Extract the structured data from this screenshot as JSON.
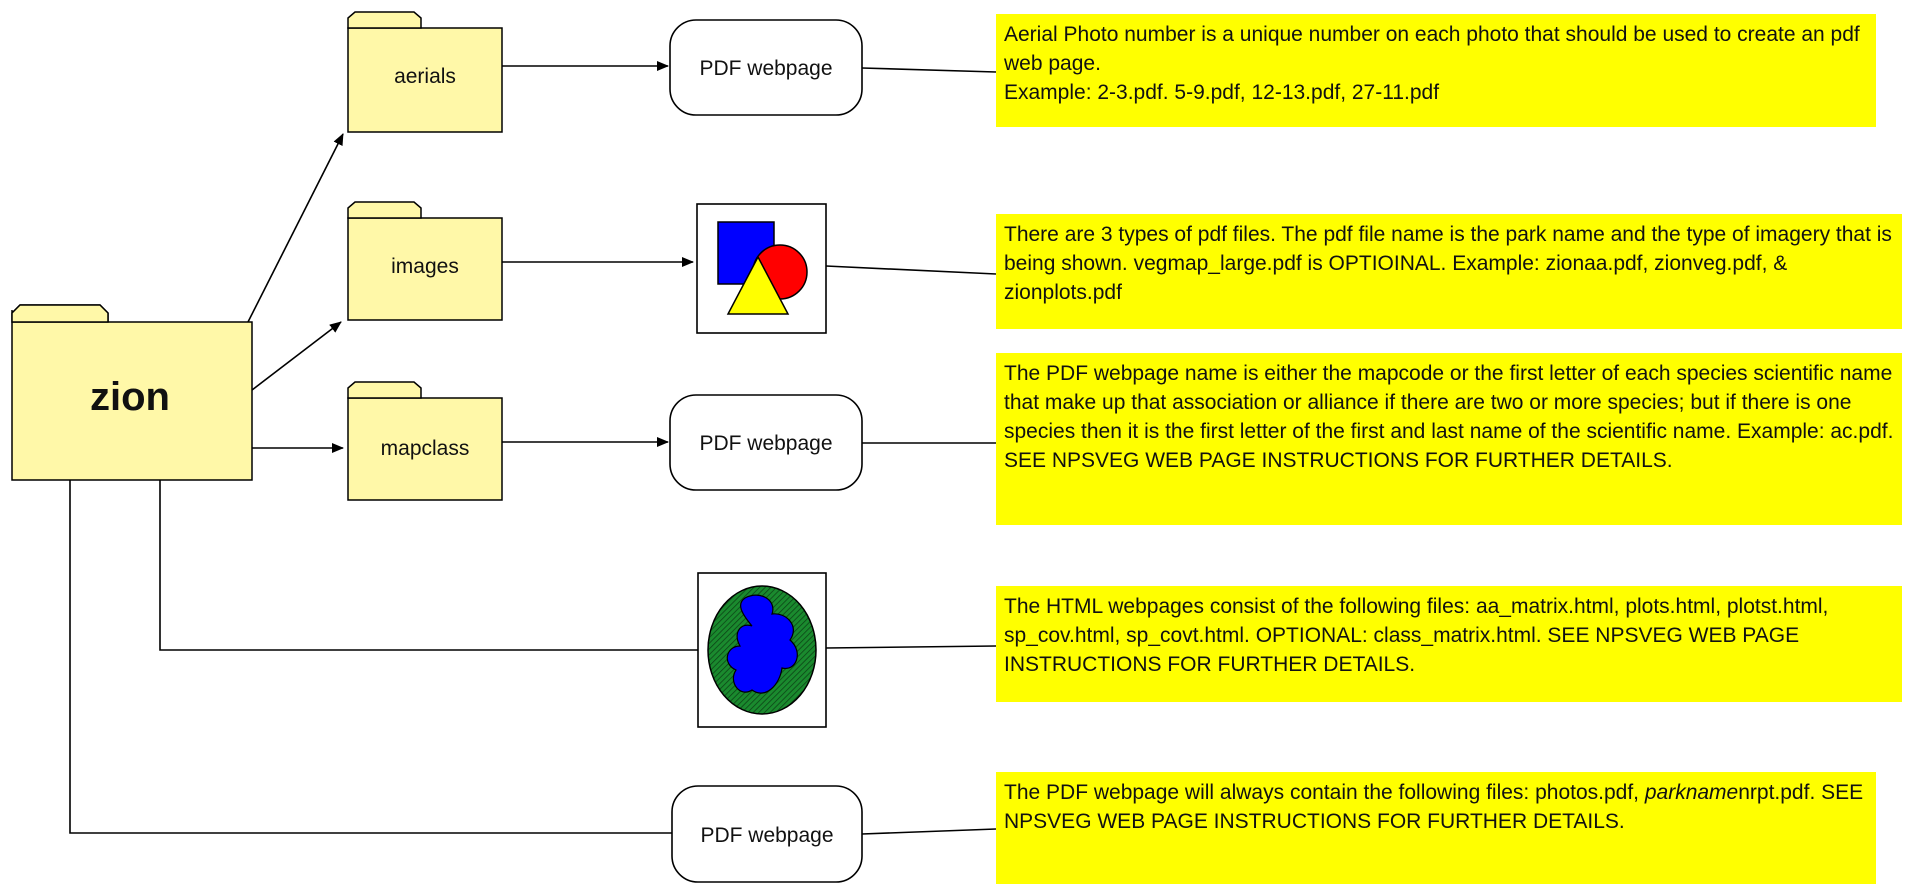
{
  "colors": {
    "folder_fill": "#fff8a8",
    "note_fill": "#ffff00",
    "shape_blue": "#0000ff",
    "shape_red": "#ff0000",
    "shape_yellow": "#ffff00",
    "globe_green": "#1a8a2e"
  },
  "icons": [
    "folder-icon",
    "pdf-webpage-node",
    "pdf-files-icon",
    "globe-icon"
  ],
  "root": {
    "label": "zion"
  },
  "folders": {
    "aerials": "aerials",
    "images": "images",
    "mapclass": "mapclass"
  },
  "pdf_webpage_label": "PDF webpage",
  "notes": {
    "aerials": {
      "line1": "Aerial Photo number is a unique number on each photo that should be used to create an pdf web page.",
      "line2": "Example: 2-3.pdf. 5-9.pdf, 12-13.pdf, 27-11.pdf"
    },
    "images": "There are 3 types of pdf files. The pdf file name is the park name and the type of imagery that is being shown. vegmap_large.pdf is OPTIOINAL. Example: zionaa.pdf, zionveg.pdf, & zionplots.pdf",
    "mapclass": "The PDF webpage name is either the mapcode or the first letter of each species scientific name that make up that association or alliance if there are two or more species; but if there is one species then it is the first letter of the first and last name of the scientific name. Example: ac.pdf. SEE NPSVEG WEB PAGE INSTRUCTIONS FOR FURTHER DETAILS.",
    "html": "The HTML webpages consist of the following files: aa_matrix.html, plots.html, plotst.html, sp_cov.html, sp_covt.html. OPTIONAL: class_matrix.html. SEE NPSVEG WEB PAGE INSTRUCTIONS FOR FURTHER DETAILS.",
    "root_pdf": {
      "part1": "The PDF webpage will always contain the following files: photos.pdf, ",
      "italic": "parkname",
      "part2": "nrpt.pdf. SEE NPSVEG WEB PAGE INSTRUCTIONS FOR FURTHER DETAILS."
    }
  }
}
